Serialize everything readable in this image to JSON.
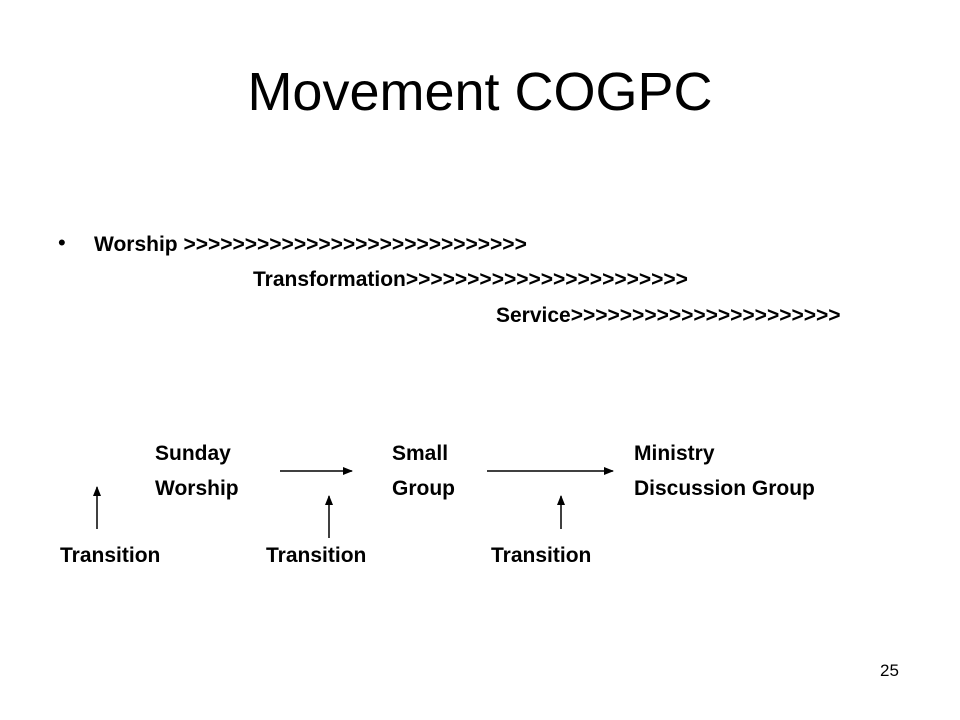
{
  "slide": {
    "title": "Movement COGPC",
    "bullet_symbol": "•",
    "lines": [
      "Worship >>>>>>>>>>>>>>>>>>>>>>>>>>>>",
      "Transformation>>>>>>>>>>>>>>>>>>>>>>>",
      "Service>>>>>>>>>>>>>>>>>>>>>>"
    ],
    "stages": [
      {
        "line1": "Sunday",
        "line2": "Worship"
      },
      {
        "line1": "Small",
        "line2": "Group"
      },
      {
        "line1": "Ministry",
        "line2": "Discussion Group"
      }
    ],
    "transitions": [
      "Transition",
      "Transition",
      "Transition"
    ],
    "page_number": "25"
  }
}
